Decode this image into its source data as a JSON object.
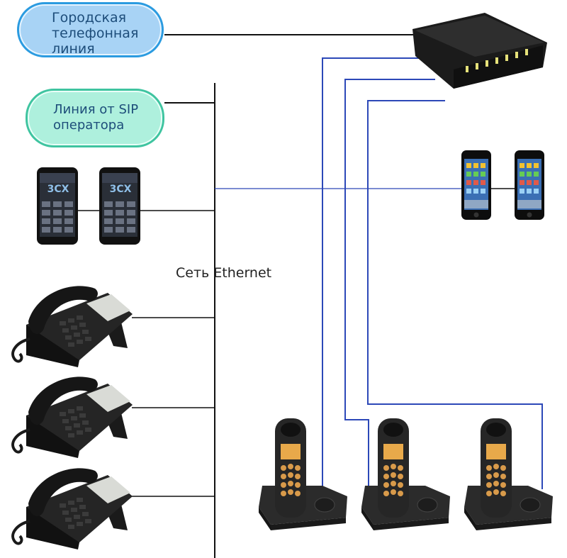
{
  "city_line": {
    "line1": "Городская",
    "line2": "телефонная",
    "line3": "линия",
    "color_fill": "#a8d3f5",
    "color_border": "#2b9be0"
  },
  "sip_line": {
    "line1": "Линия от SIP",
    "line2": "оператора",
    "color_fill": "#aef0dd",
    "color_border": "#3fc4a0"
  },
  "network": {
    "label": "Сеть Ethernet"
  },
  "devices": {
    "smartphone_brand": "3CX",
    "line_color_lan": "#111111",
    "line_color_phone": "#2c48b8"
  }
}
